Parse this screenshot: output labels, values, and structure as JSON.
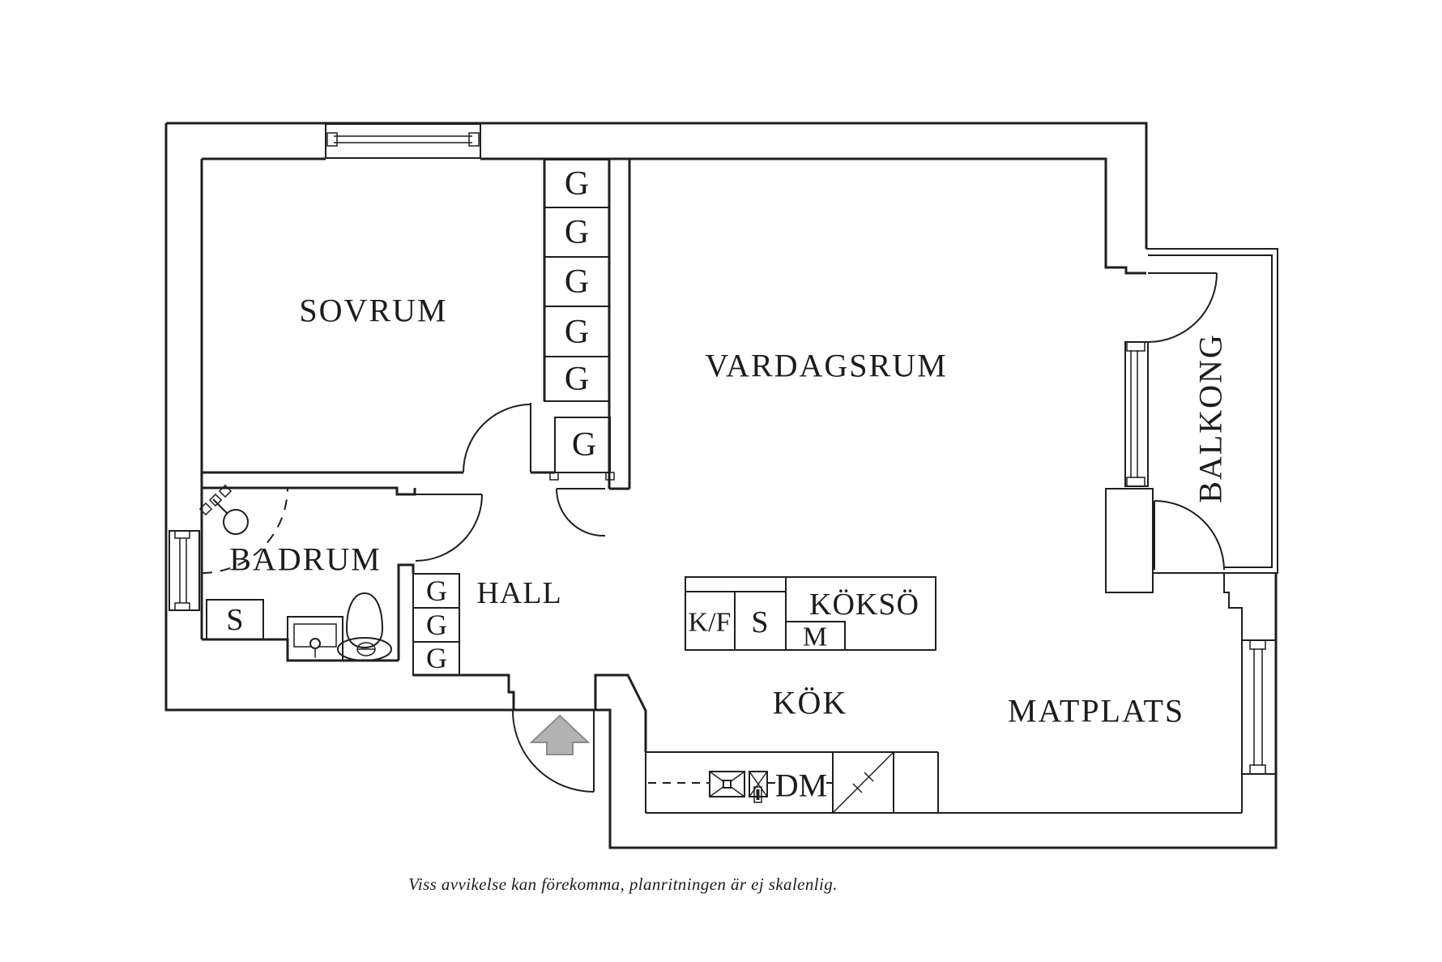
{
  "plan": {
    "type": "apartment-floor-plan",
    "rooms": {
      "sovrum": "SOVRUM",
      "vardagsrum": "VARDAGSRUM",
      "balkong": "BALKONG",
      "badrum": "BADRUM",
      "hall": "HALL",
      "kok": "KÖK",
      "matplats": "MATPLATS"
    },
    "kitchen_island": {
      "label": "KÖKSÖ",
      "fridge_freezer": "K/F",
      "cabinet": "S",
      "micro": "M"
    },
    "kitchen": {
      "dishwasher": "DM"
    },
    "bathroom": {
      "cabinet": "S"
    },
    "wardrobes": {
      "bedroom": [
        "G",
        "G",
        "G",
        "G",
        "G",
        "G"
      ],
      "hall": [
        "G",
        "G",
        "G"
      ]
    },
    "footer": {
      "disclaimer": "Viss avvikelse kan förekomma, planritningen är ej skalenlig."
    },
    "colors": {
      "line": "#1f1f1f",
      "arrow_fill": "#b3b3b3",
      "arrow_stroke": "#8c8c8c",
      "background": "#ffffff"
    }
  }
}
